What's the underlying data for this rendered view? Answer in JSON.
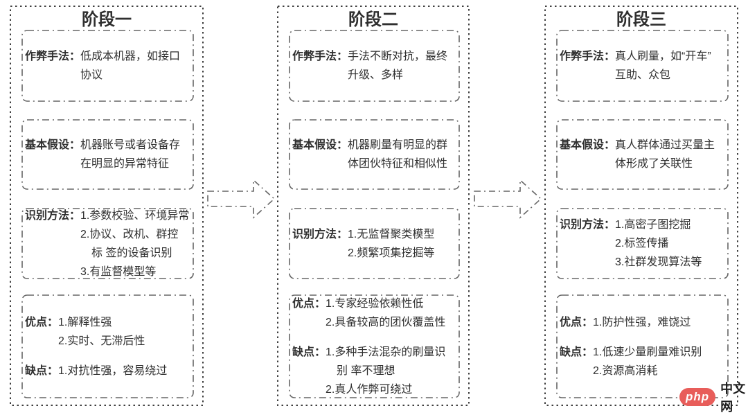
{
  "columns": [
    {
      "title": "阶段一",
      "boxes": [
        {
          "rows": [
            {
              "label": "作弊手法：",
              "content": "低成本机器，如接口\n协议"
            }
          ]
        },
        {
          "rows": [
            {
              "label": "基本假设：",
              "content": "机器账号或者设备存\n在明显的异常特征"
            }
          ]
        },
        {
          "rows": [
            {
              "label": "识别方法：",
              "content": "1.参数校验、环境异常\n2.协议、改机、群控\n　标 签的设备识别\n3.有监督模型等"
            }
          ]
        },
        {
          "rows": [
            {
              "label": "优点：",
              "content": "1.解释性强\n2.实时、无滞后性"
            },
            {
              "label": "缺点：",
              "content": "1.对抗性强，容易绕过"
            }
          ]
        }
      ]
    },
    {
      "title": "阶段二",
      "boxes": [
        {
          "rows": [
            {
              "label": "作弊手法：",
              "content": "手法不断对抗，最终\n升级、多样"
            }
          ]
        },
        {
          "rows": [
            {
              "label": "基本假设：",
              "content": "机器刷量有明显的群\n体团伙特征和相似性"
            }
          ]
        },
        {
          "rows": [
            {
              "label": "识别方法：",
              "content": "1.无监督聚类模型\n2.频繁项集挖掘等"
            }
          ]
        },
        {
          "rows": [
            {
              "label": "优点：",
              "content": "1.专家经验依赖性低\n2.具备较高的团伙覆盖性"
            },
            {
              "label": "缺点：",
              "content": "1.多种手法混杂的刷量识\n　别 率不理想\n2.真人作弊可绕过"
            }
          ]
        }
      ]
    },
    {
      "title": "阶段三",
      "boxes": [
        {
          "rows": [
            {
              "label": "作弊手法：",
              "content": "真人刷量，如“开车”\n互助、众包"
            }
          ]
        },
        {
          "rows": [
            {
              "label": "基本假设：",
              "content": "真人群体通过买量主\n体形成了关联性"
            }
          ]
        },
        {
          "rows": [
            {
              "label": "识别方法：",
              "content": "1.高密子图挖掘\n2.标签传播\n3.社群发现算法等"
            }
          ]
        },
        {
          "rows": [
            {
              "label": "优点：",
              "content": "1.防护性强，难饶过"
            },
            {
              "label": "缺点：",
              "content": "1.低速少量刷量难识别\n2.资源高消耗"
            }
          ]
        }
      ]
    }
  ],
  "watermark": {
    "logo": "php",
    "site": "中文网"
  },
  "colors": {
    "border_outer": "#3f3f3f",
    "border_inner": "#666666",
    "text": "#2f2f2f",
    "watermark_red": "#e85d5a"
  }
}
